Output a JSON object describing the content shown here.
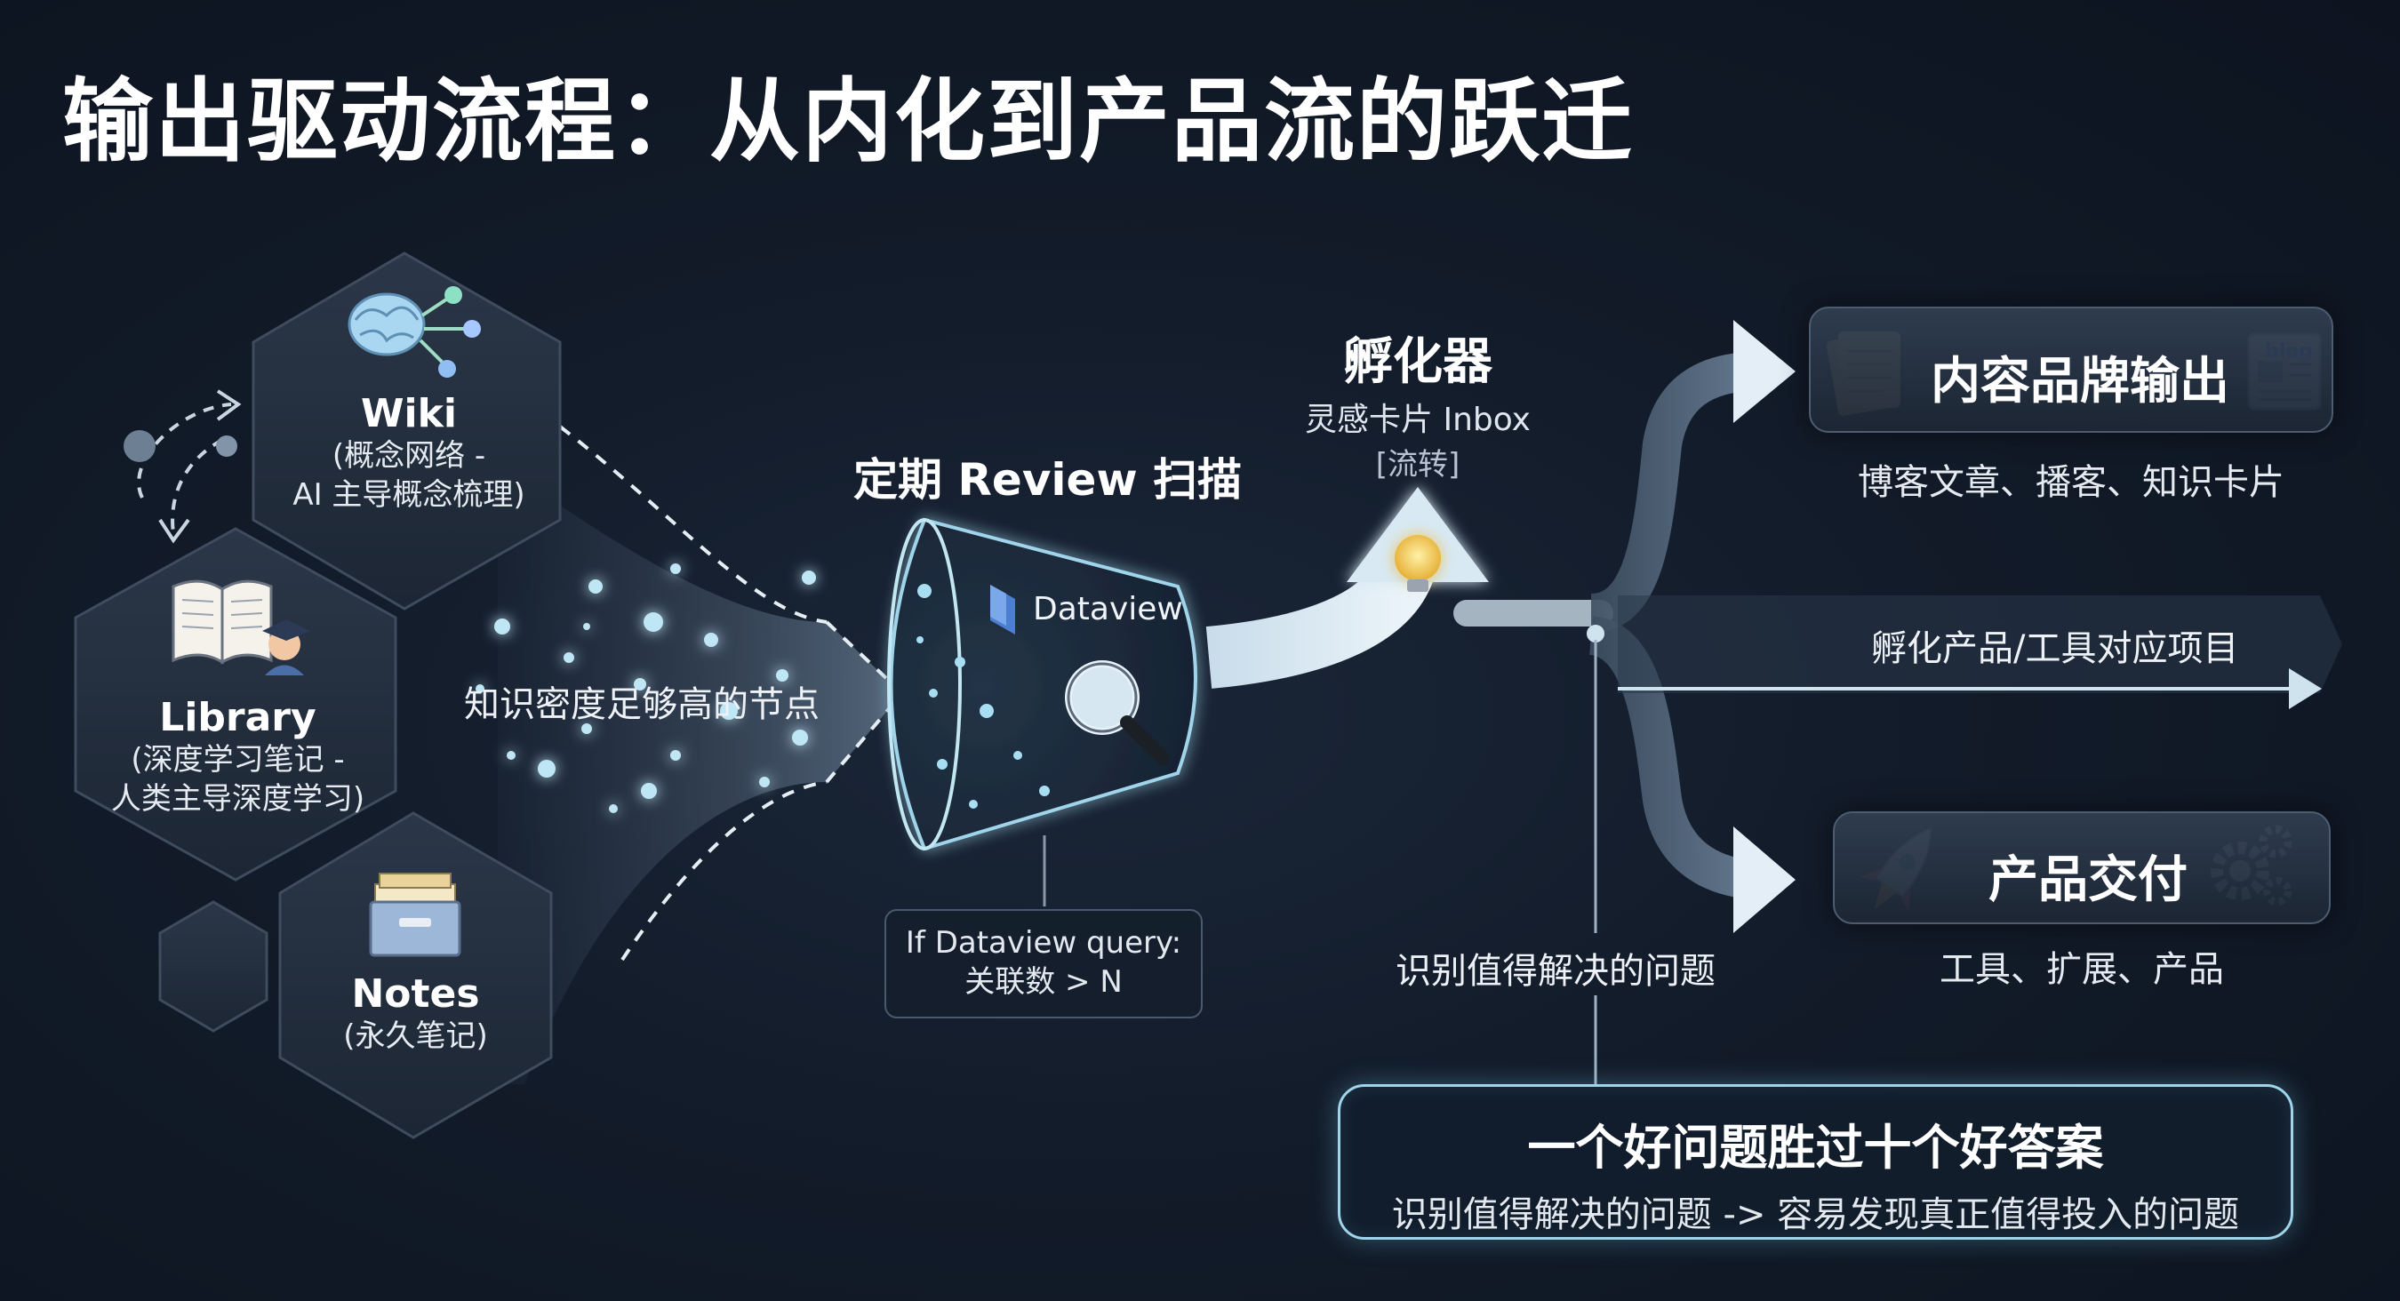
{
  "title": "输出驱动流程：从内化到产品流的跃迁",
  "sources": {
    "wiki": {
      "name": "Wiki",
      "sub1": "(概念网络 -",
      "sub2": "AI 主导概念梳理)",
      "icon": "brain-network-icon"
    },
    "library": {
      "name": "Library",
      "sub1": "(深度学习笔记 -",
      "sub2": "人类主导深度学习)",
      "icon": "book-scholar-icon"
    },
    "notes": {
      "name": "Notes",
      "sub1": "(永久笔记)",
      "icon": "file-box-icon"
    }
  },
  "flow_label": "知识密度足够高的节点",
  "review": {
    "title": "定期 Review 扫描",
    "funnel_label": "Dataview",
    "query_line1": "If Dataview query:",
    "query_line2": "关联数 > N"
  },
  "incubator": {
    "title": "孵化器",
    "subtitle": "灵感卡片 Inbox",
    "tag": "[流转]"
  },
  "outputs": {
    "content": {
      "title": "内容品牌输出",
      "sub": "博客文章、播客、知识卡片",
      "badge": "blog"
    },
    "project": {
      "label": "孵化产品/工具对应项目"
    },
    "product": {
      "title": "产品交付",
      "sub": "工具、扩展、产品"
    }
  },
  "identify_label": "识别值得解决的问题",
  "quote": {
    "main": "一个好问题胜过十个好答案",
    "sub": "识别值得解决的问题 -> 容易发现真正值得投入的问题"
  },
  "colors": {
    "background": "#121b29",
    "accent": "#9fd4ea",
    "hex_fill": "#24303f",
    "hex_border": "#3e4c5e"
  }
}
